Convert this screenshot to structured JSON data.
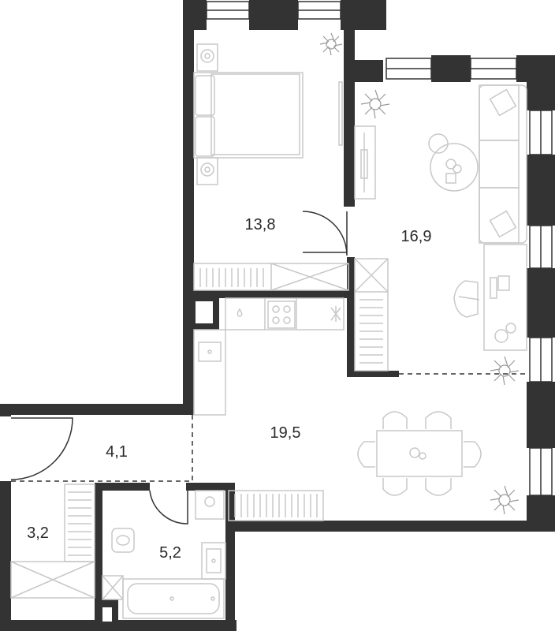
{
  "colors": {
    "wall": "#333333",
    "furniture": "#c8c8c8",
    "background": "#ffffff",
    "label": "#2b2b2b"
  },
  "rooms": [
    {
      "id": "bedroom",
      "area": "13,8"
    },
    {
      "id": "living-room",
      "area": "16,9"
    },
    {
      "id": "kitchen-dining",
      "area": "19,5"
    },
    {
      "id": "hallway",
      "area": "4,1"
    },
    {
      "id": "storage",
      "area": "3,2"
    },
    {
      "id": "bathroom",
      "area": "5,2"
    }
  ]
}
